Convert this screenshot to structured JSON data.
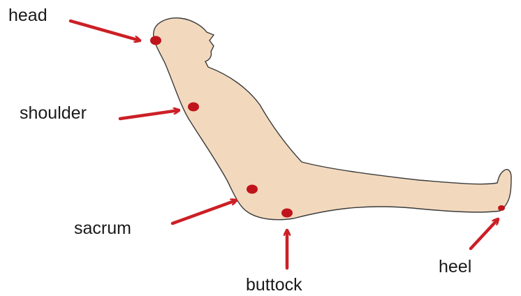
{
  "labels": {
    "head": "head",
    "shoulder": "shoulder",
    "sacrum": "sacrum",
    "buttock": "buttock",
    "heel": "heel"
  },
  "colors": {
    "body_fill": "#f2d9be",
    "body_outline": "#3a3a3a",
    "pressure_point": "#c0141c",
    "arrow": "#cc1f26",
    "text": "#1a1a1a"
  }
}
